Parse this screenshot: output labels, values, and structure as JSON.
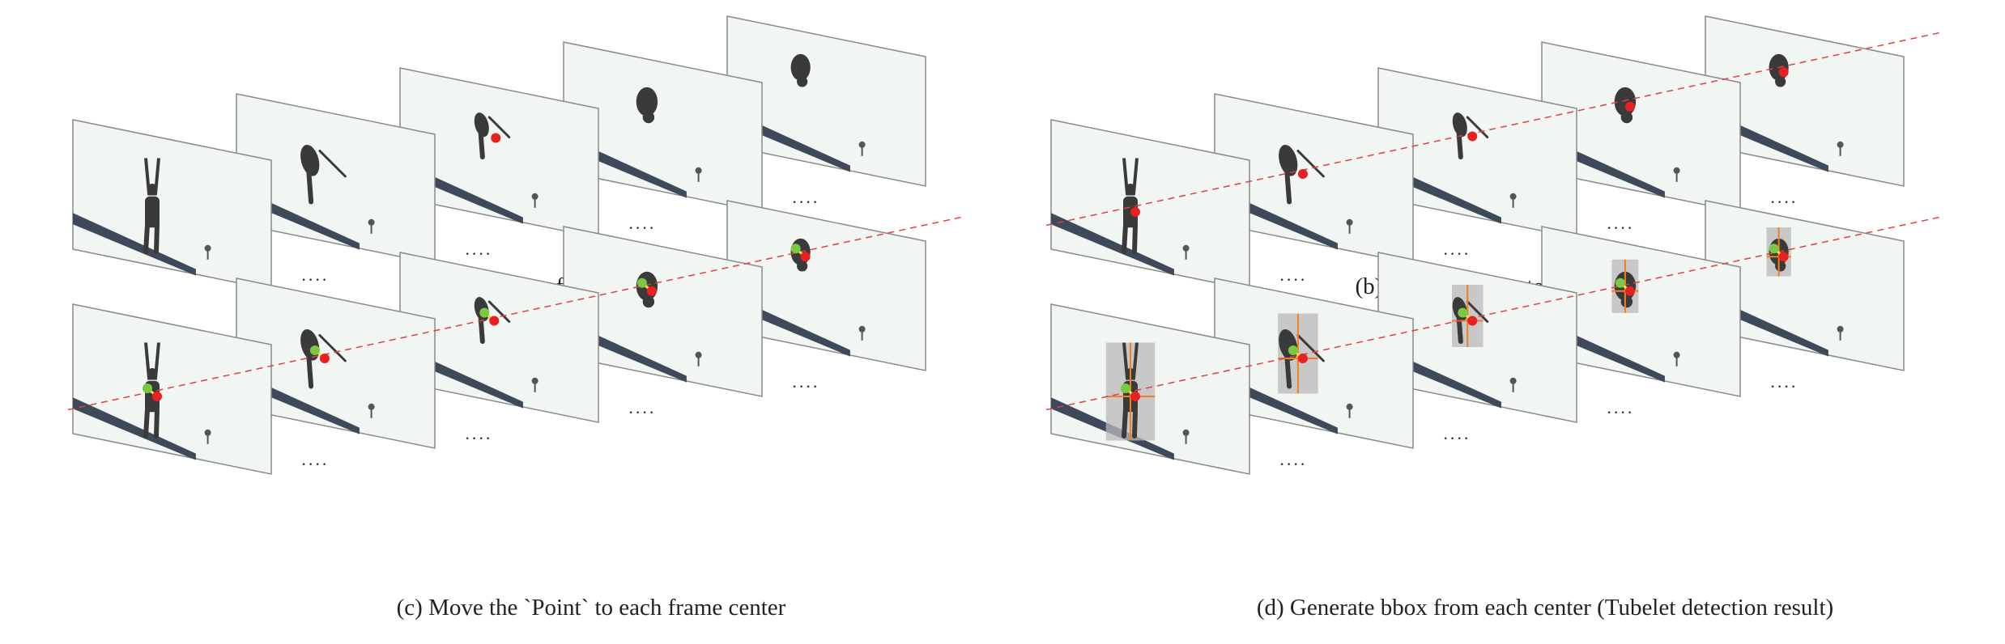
{
  "panels": [
    {
      "id": "a",
      "caption": "(a) Key frame center",
      "overlay": "key-only",
      "guide_line": false
    },
    {
      "id": "b",
      "caption": "(b) Key frame center on all frames",
      "overlay": "centers-all",
      "guide_line": true
    },
    {
      "id": "c",
      "caption": "(c) Move the `Point` to each frame center",
      "overlay": "moved-points",
      "guide_line": true
    },
    {
      "id": "d",
      "caption": "(d) Generate bbox from each center (Tubelet detection result)",
      "overlay": "bboxes",
      "guide_line": true
    }
  ],
  "frame_gap_text": "....",
  "colors": {
    "frame_bg": "#f2f6f2",
    "frame_border": "#8a8a8a",
    "board": "#3e4a5a",
    "diver": "#3a3a3a",
    "key_center": "#e82020",
    "moved_point": "#7ac943",
    "arrow": "#f5e04a",
    "guide_line": "#e04040",
    "bbox_fill": "#b8b8b8",
    "bbox_axis": "#f08020"
  }
}
